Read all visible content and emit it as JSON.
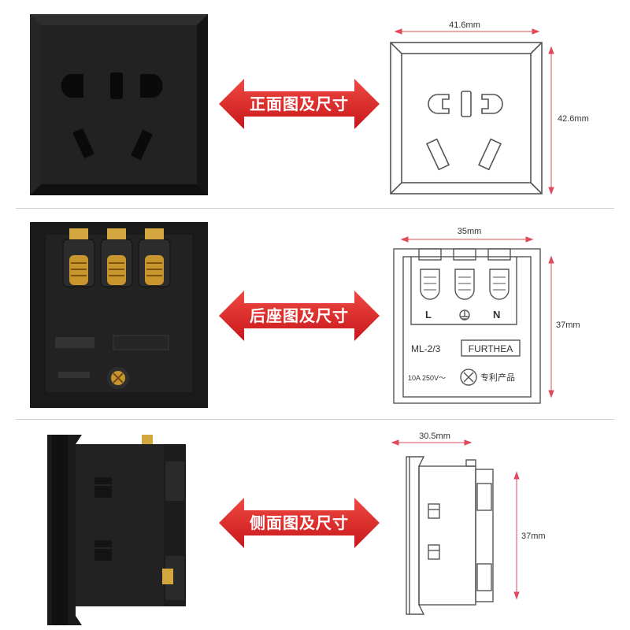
{
  "panels": {
    "front": {
      "label": "正面图及尺寸",
      "width_dim": "41.6mm",
      "height_dim": "42.6mm"
    },
    "back": {
      "label": "后座图及尺寸",
      "width_dim": "35mm",
      "height_dim": "37mm",
      "terminal_l": "L",
      "terminal_n": "N",
      "model": "ML-2/3",
      "brand": "FURTHEA",
      "rating": "10A 250V～",
      "patent": "专利产品"
    },
    "side": {
      "label": "侧面图及尺寸",
      "width_dim": "30.5mm",
      "height_dim": "37mm"
    }
  },
  "colors": {
    "arrow_red": "#e12a2a",
    "dimension_red": "#e04a5a",
    "socket_black": "#202020",
    "brass": "#d4a640"
  }
}
